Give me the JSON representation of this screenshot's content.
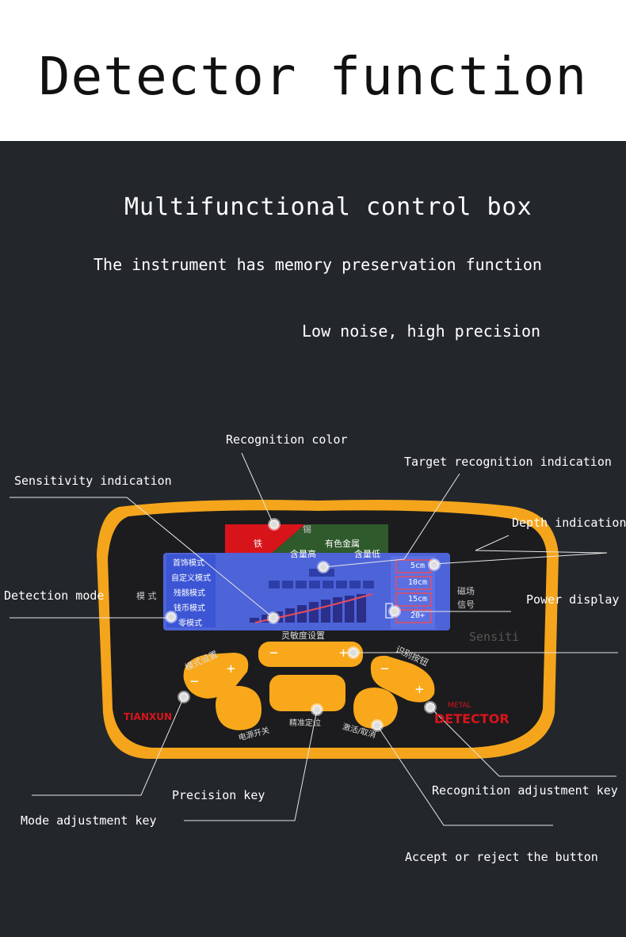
{
  "header": {
    "title": "Detector function"
  },
  "intro": {
    "heading": "Multifunctional control box",
    "line1": "The instrument has memory preservation function",
    "line2": "Low noise, high precision"
  },
  "callouts": {
    "recognition_color": "Recognition color",
    "target_recognition": "Target recognition indication",
    "sensitivity": "Sensitivity indication",
    "depth": "Depth indication",
    "detection_mode": "Detection mode",
    "power_display": "Power display",
    "sensitivity_ghost": "Sensiti",
    "precision_key": "Precision key",
    "mode_adjust": "Mode adjustment key",
    "recognition_adjust": "Recognition adjustment key",
    "accept_reject": "Accept or reject the button"
  },
  "device": {
    "color_bar": {
      "iron": "铁",
      "tin": "锡",
      "nonferrous": "有色金属",
      "high": "含量高",
      "low": "含量低"
    },
    "modes": [
      "首饰模式",
      "自定义模式",
      "残骸模式",
      "钱币模式",
      "零模式"
    ],
    "mode_label": "模 式",
    "depths": [
      "5cm",
      "10cm",
      "15cm",
      "20+"
    ],
    "field_label": "磁场",
    "signal_label": "信号",
    "sensitivity_setting": "灵敏度设置",
    "mode_setting": "模式设置",
    "recognition_button": "识别按钮",
    "power_switch": "电源开关",
    "pinpoint": "精准定位",
    "activate_cancel": "激活/取消",
    "brand": "TIANXUN",
    "metal": "METAL",
    "detector": "DETECTOR",
    "minus": "−",
    "plus": "+"
  },
  "colors": {
    "body_orange": "#f5a51c",
    "panel_black": "#1c1c1e",
    "lcd_blue": "#4d63d8",
    "button_yellow": "#f8a81a",
    "red": "#d8141b",
    "green": "#2f5a2c"
  }
}
